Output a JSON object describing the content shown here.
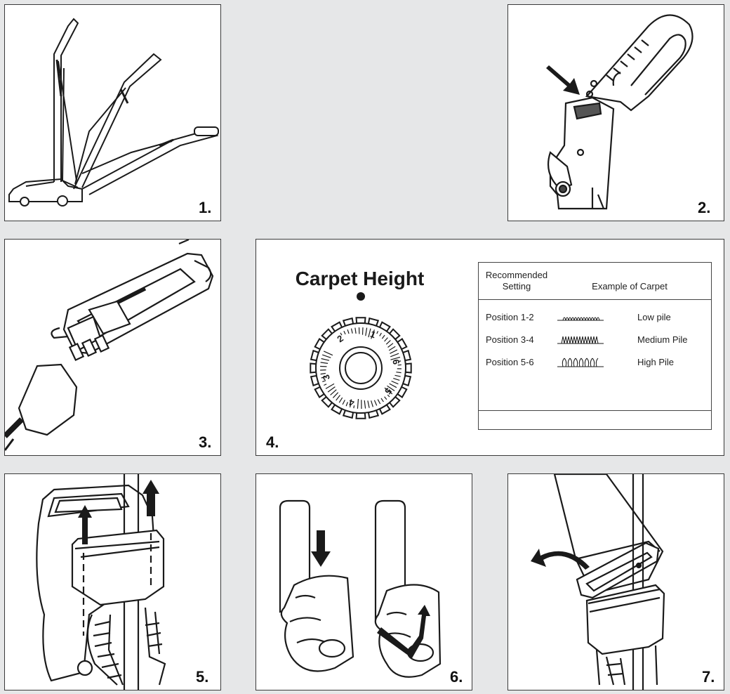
{
  "panels": [
    {
      "number": "1."
    },
    {
      "number": "2."
    },
    {
      "number": "3."
    },
    {
      "number": "4."
    },
    {
      "number": "5."
    },
    {
      "number": "6."
    },
    {
      "number": "7."
    }
  ],
  "carpet_height": {
    "title": "Carpet Height",
    "dial_numbers": [
      "1",
      "2",
      "3",
      "4",
      "5",
      "6"
    ]
  },
  "settings_table": {
    "header_setting_line1": "Recommended",
    "header_setting_line2": "Setting",
    "header_example": "Example of Carpet",
    "rows": [
      {
        "position": "Position 1-2",
        "example": "Low pile"
      },
      {
        "position": "Position 3-4",
        "example": "Medium Pile"
      },
      {
        "position": "Position 5-6",
        "example": "High Pile"
      }
    ]
  },
  "colors": {
    "background": "#e6e7e8",
    "panel": "#ffffff",
    "line": "#1a1a1a"
  }
}
